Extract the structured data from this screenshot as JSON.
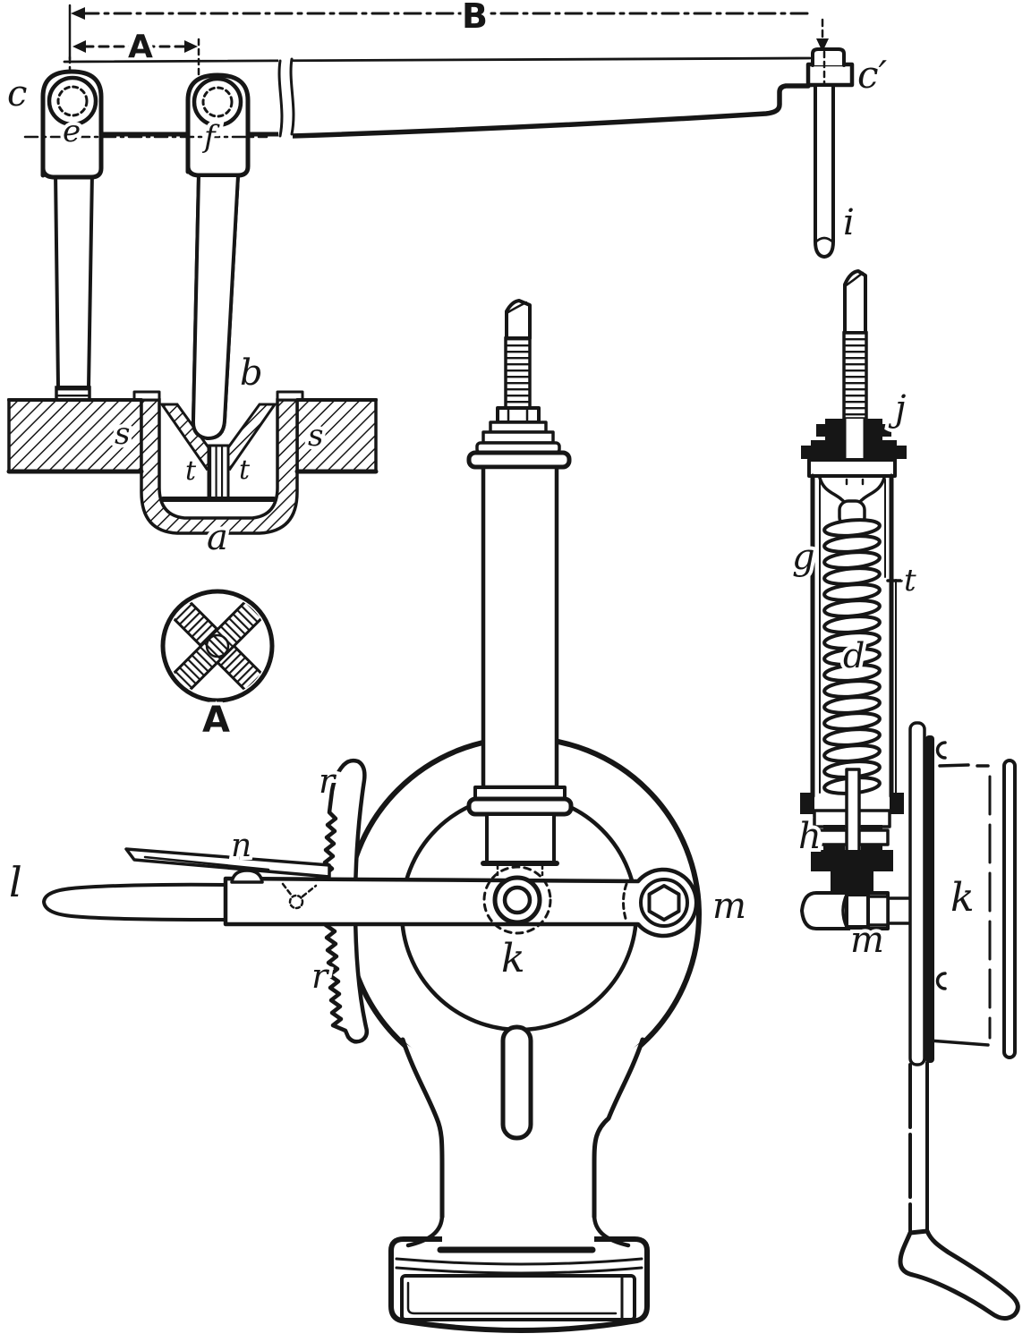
{
  "figure": {
    "kind": "engineering-engraving",
    "ink_color": "#161616",
    "paper_color": "#ffffff"
  },
  "labels": {
    "dim_b": "B",
    "dim_a": "A",
    "c": "c",
    "e": "e",
    "f": "f",
    "b": "b",
    "s_left": "s",
    "s_right": "s",
    "t_left": "t",
    "t_right": "t",
    "a": "a",
    "section_a": "A",
    "c_prime": "c′",
    "i": "i",
    "j": "j",
    "g": "g",
    "t_spring": "t",
    "d": "d",
    "h": "h",
    "m_side": "m",
    "k_side": "k",
    "r_upper": "r",
    "r_lower": "r",
    "n": "n",
    "l": "l",
    "m_front": "m",
    "k_front": "k"
  }
}
